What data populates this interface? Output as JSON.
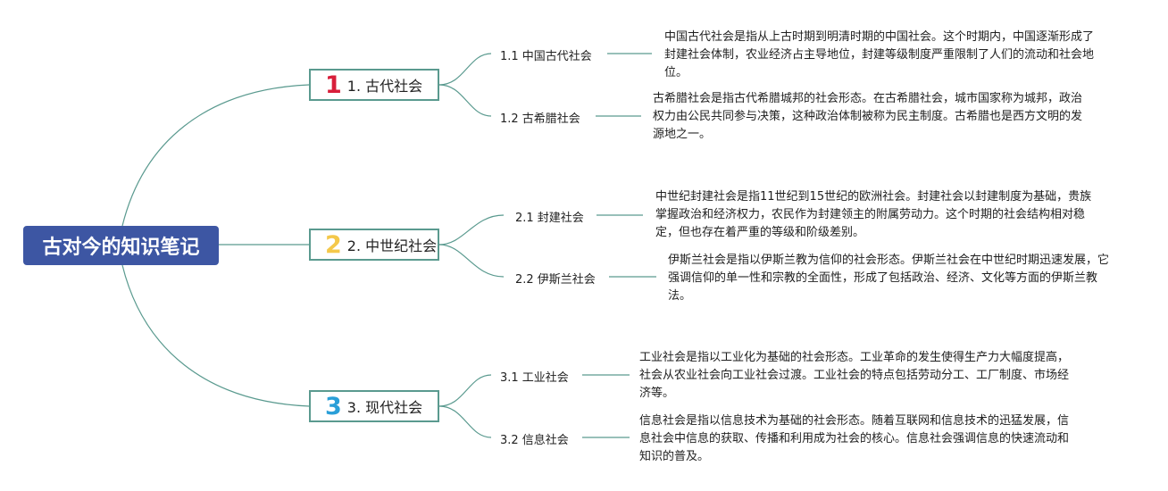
{
  "root": {
    "title": "古对今的知识笔记"
  },
  "branches": [
    {
      "badge": "1",
      "label": "1. 古代社会",
      "children": [
        {
          "label": "1.1 中国古代社会",
          "description": "中国古代社会是指从上古时期到明清时期的中国社会。这个时期内，中国逐渐形成了封建社会体制，农业经济占主导地位，封建等级制度严重限制了人们的流动和社会地位。"
        },
        {
          "label": "1.2 古希腊社会",
          "description": "古希腊社会是指古代希腊城邦的社会形态。在古希腊社会，城市国家称为城邦，政治权力由公民共同参与决策，这种政治体制被称为民主制度。古希腊也是西方文明的发源地之一。"
        }
      ]
    },
    {
      "badge": "2",
      "label": "2. 中世纪社会",
      "children": [
        {
          "label": "2.1 封建社会",
          "description": "中世纪封建社会是指11世纪到15世纪的欧洲社会。封建社会以封建制度为基础，贵族掌握政治和经济权力，农民作为封建领主的附属劳动力。这个时期的社会结构相对稳定，但也存在着严重的等级和阶级差别。"
        },
        {
          "label": "2.2 伊斯兰社会",
          "description": "伊斯兰社会是指以伊斯兰教为信仰的社会形态。伊斯兰社会在中世纪时期迅速发展，它强调信仰的单一性和宗教的全面性，形成了包括政治、经济、文化等方面的伊斯兰教法。"
        }
      ]
    },
    {
      "badge": "3",
      "label": "3. 现代社会",
      "children": [
        {
          "label": "3.1 工业社会",
          "description": "工业社会是指以工业化为基础的社会形态。工业革命的发生使得生产力大幅度提高，社会从农业社会向工业社会过渡。工业社会的特点包括劳动分工、工厂制度、市场经济等。"
        },
        {
          "label": "3.2 信息社会",
          "description": "信息社会是指以信息技术为基础的社会形态。随着互联网和信息技术的迅猛发展，信息社会中信息的获取、传播和利用成为社会的核心。信息社会强调信息的快速流动和知识的普及。"
        }
      ]
    }
  ],
  "colors": {
    "root_bg": "#3d56a3",
    "line": "#5a9a8f",
    "badge_1": "#d81e3a",
    "badge_2": "#f4c84a",
    "badge_3": "#2a9fd8"
  }
}
